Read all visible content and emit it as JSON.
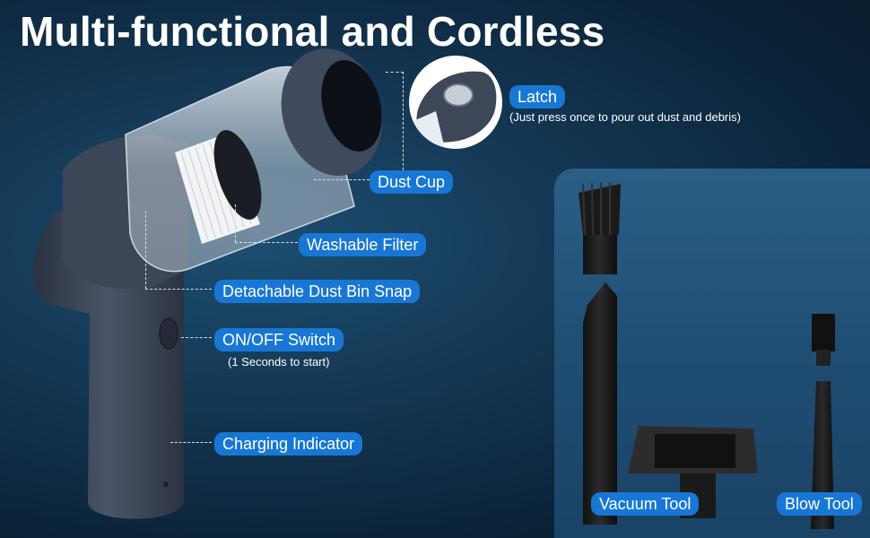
{
  "title": "Multi-functional and Cordless",
  "callouts": {
    "latch": "Latch",
    "latch_note": "(Just press once to pour out dust and debris)",
    "dust_cup": "Dust Cup",
    "washable_filter": "Washable Filter",
    "detachable_snap": "Detachable Dust Bin Snap",
    "on_off": "ON/OFF Switch",
    "on_off_note": "(1 Seconds to start)",
    "charging": "Charging Indicator"
  },
  "accessories": {
    "vacuum_tool": "Vacuum Tool",
    "blow_tool": "Blow Tool"
  },
  "colors": {
    "accent": "#1877d4",
    "background": "#133652",
    "panel": "#245579",
    "device": "#3a4456"
  }
}
